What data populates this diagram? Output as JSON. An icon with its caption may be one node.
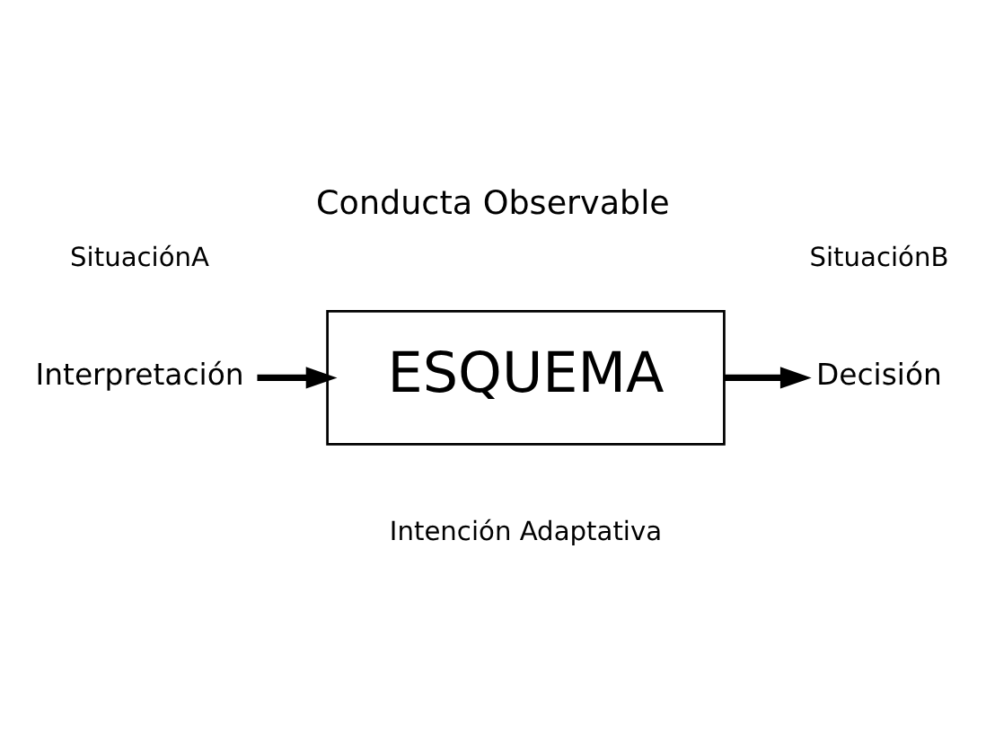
{
  "diagram": {
    "title": "Conducta Observable",
    "nodes": [
      {
        "text": [
          "ESQUEMA"
        ]
      },
      {
        "text": [
          "Interpretación"
        ]
      },
      {
        "text": [
          "Decisión"
        ]
      }
    ],
    "edges": [
      {
        "from": 1,
        "to": 0,
        "arrow": "to"
      },
      {
        "from": 0,
        "to": 2,
        "arrow": "to"
      }
    ],
    "labels": [
      "SituaciónA",
      "SituaciónB",
      "Intención Adaptativa"
    ]
  }
}
